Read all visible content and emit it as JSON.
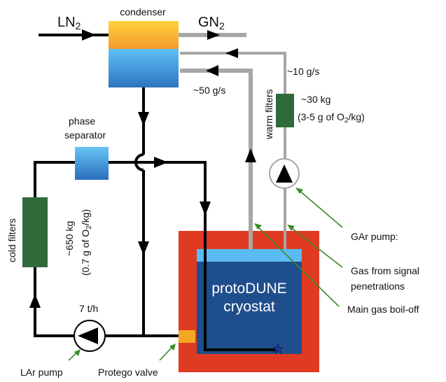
{
  "labels": {
    "ln2": "LN",
    "ln2_sub": "2",
    "gn2": "GN",
    "gn2_sub": "2",
    "condenser": "condenser",
    "flow_10": "~10 g/s",
    "flow_50": "~50 g/s",
    "warm_filters": "warm filters",
    "kg_30": "~30 kg",
    "o2_30_pre": "(3-5 g of O",
    "o2_30_sub": "2",
    "o2_30_post": "/kg)",
    "phase_sep_1": "phase",
    "phase_sep_2": "separator",
    "cold_filters": "cold filters",
    "kg_650": "~650 kg",
    "o2_650_pre": "(0.7 g of O",
    "o2_650_sub": "2",
    "o2_650_post": "/kg)",
    "rate_7": "7 t/h",
    "cryostat_1": "protoDUNE",
    "cryostat_2": "cryostat",
    "gar_pump": "GAr pump:",
    "gas_signal_1": "Gas from signal",
    "gas_signal_2": "penetrations",
    "main_boiloff": "Main gas boil-off",
    "lar_pump": "LAr pump",
    "protego": "Protego valve"
  },
  "colors": {
    "liquid_line": "#000000",
    "gas_line": "#a6a6a6",
    "cryostat_outer": "#e03a22",
    "cryostat_inner": "#1f4e8c",
    "cryostat_gas": "#5bbcf5",
    "filter": "#2f6b3a",
    "annotation_arrow": "#3a8a2a",
    "valve": "#f5a623"
  }
}
